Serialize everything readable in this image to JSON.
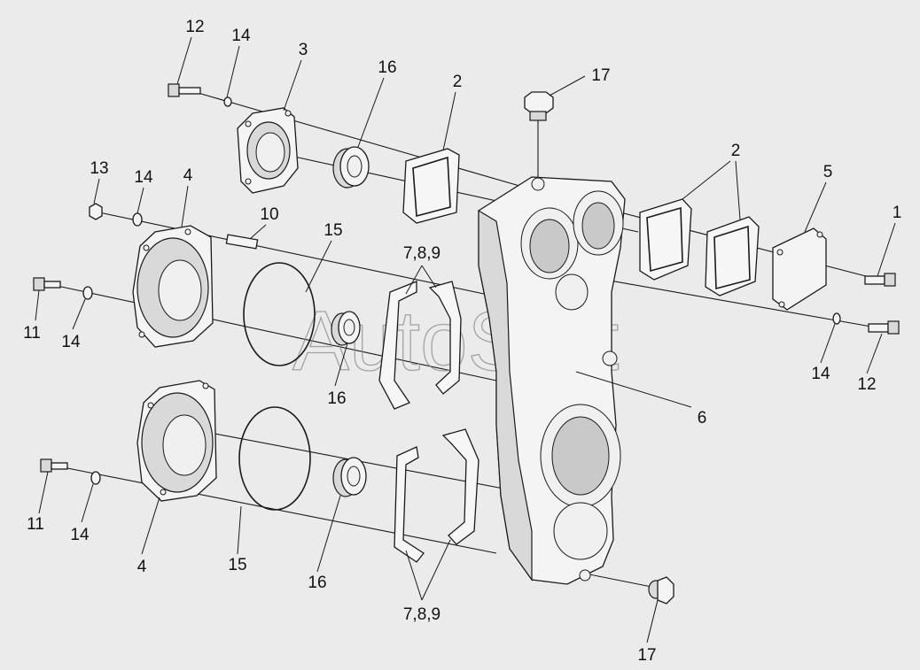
{
  "watermark": "AutoSoft",
  "callouts": {
    "c12_top": "12",
    "c14_top": "14",
    "c3": "3",
    "c16_top": "16",
    "c2_left": "2",
    "c17_top": "17",
    "c2_right": "2",
    "c5": "5",
    "c1": "1",
    "c13": "13",
    "c14_mid": "14",
    "c4_top": "4",
    "c10": "10",
    "c15_top": "15",
    "c789_top": "7,8,9",
    "c11_top": "11",
    "c14_left": "14",
    "c16_mid": "16",
    "c14_right": "14",
    "c12_right": "12",
    "c6": "6",
    "c11_bottom": "11",
    "c14_bottom": "14",
    "c4_bottom": "4",
    "c15_bottom": "15",
    "c16_bottom": "16",
    "c789_bottom": "7,8,9",
    "c17_bottom": "17"
  }
}
